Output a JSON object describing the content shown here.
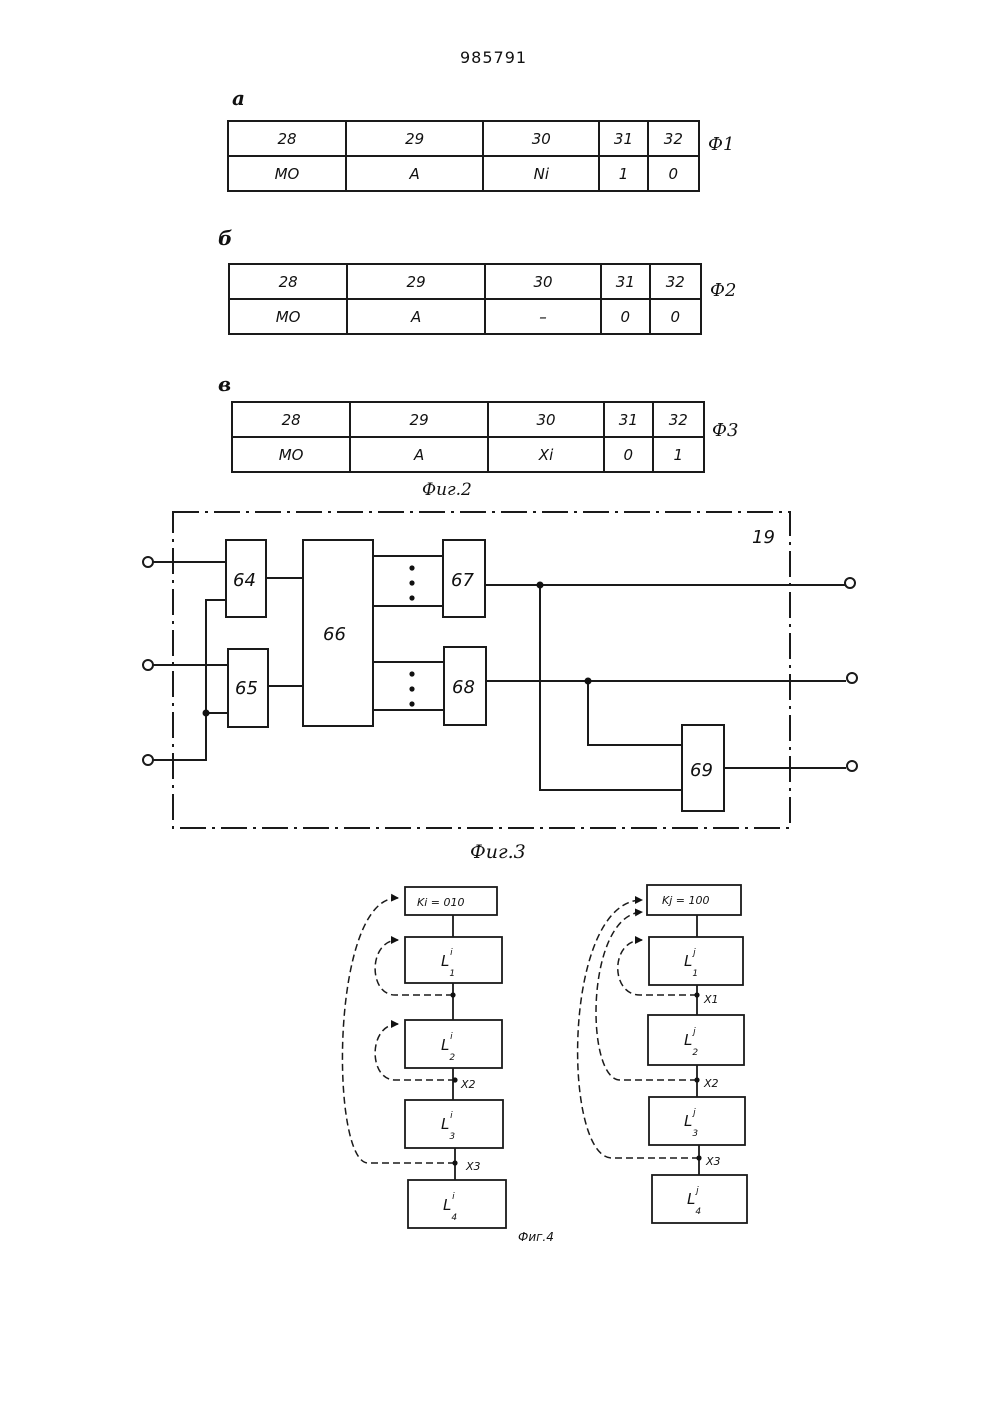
{
  "patent_number": "985791",
  "fig2": {
    "caption": "Фиг.2",
    "formats": [
      {
        "letter": "а",
        "label": "Ф1",
        "headers": [
          "28",
          "29",
          "30",
          "31",
          "32"
        ],
        "values": [
          "МО",
          "А",
          "Ni",
          "1",
          "0"
        ]
      },
      {
        "letter": "б",
        "label": "Ф2",
        "headers": [
          "28",
          "29",
          "30",
          "31",
          "32"
        ],
        "values": [
          "МО",
          "А",
          "–",
          "0",
          "0"
        ]
      },
      {
        "letter": "в",
        "label": "Ф3",
        "headers": [
          "28",
          "29",
          "30",
          "31",
          "32"
        ],
        "values": [
          "МО",
          "А",
          "Xi",
          "0",
          "1"
        ]
      }
    ]
  },
  "fig3": {
    "caption": "Фиг.3",
    "unit_label": "19",
    "blocks": {
      "b64": "64",
      "b65": "65",
      "b66": "66",
      "b67": "67",
      "b68": "68",
      "b69": "69"
    }
  },
  "fig4": {
    "caption": "Фиг.4",
    "left": {
      "key": "Ki = 010",
      "blocks": [
        {
          "base": "L",
          "sup": "i",
          "sub": "1"
        },
        {
          "base": "L",
          "sup": "i",
          "sub": "2"
        },
        {
          "base": "L",
          "sup": "i",
          "sub": "3"
        },
        {
          "base": "L",
          "sup": "i",
          "sub": "4"
        }
      ],
      "signals": [
        "X2",
        "X3"
      ]
    },
    "right": {
      "key": "Kj = 100",
      "blocks": [
        {
          "base": "L",
          "sup": "j",
          "sub": "1"
        },
        {
          "base": "L",
          "sup": "j",
          "sub": "2"
        },
        {
          "base": "L",
          "sup": "j",
          "sub": "3"
        },
        {
          "base": "L",
          "sup": "j",
          "sub": "4"
        }
      ],
      "signals": [
        "X1",
        "X2",
        "X3"
      ]
    }
  }
}
